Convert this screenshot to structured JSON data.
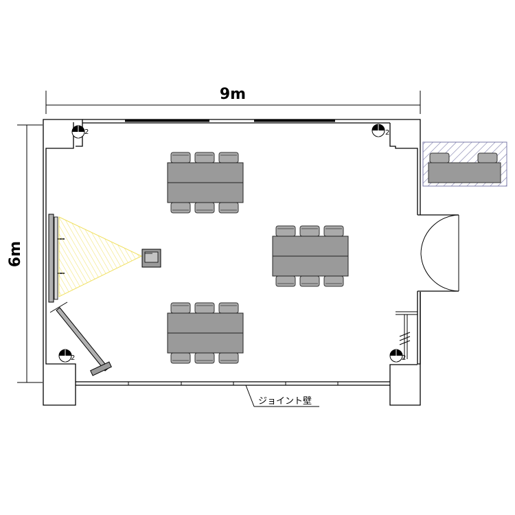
{
  "dimensions": {
    "width_label": "9m",
    "height_label": "6m"
  },
  "annotation": {
    "wall_label": "ジョイント壁"
  },
  "outlets": [
    {
      "count": "2"
    },
    {
      "count": "2"
    },
    {
      "count": "2"
    },
    {
      "count": "2"
    }
  ],
  "colors": {
    "wall": "#000000",
    "table_fill": "#9a9a9a",
    "chair_fill": "#aaaaaa",
    "projector_beam": "#f0e060",
    "hatch": "#7a7aa8"
  },
  "room": {
    "tables": [
      {
        "name": "table-group-top-left",
        "chairs_per_side": 3
      },
      {
        "name": "table-group-middle-right",
        "chairs_per_side": 3
      },
      {
        "name": "table-group-bottom-left",
        "chairs_per_side": 3
      }
    ],
    "icons": [
      "outlet-icon",
      "projector-icon",
      "screen-icon",
      "door-icon",
      "partition-wall-icon"
    ]
  }
}
